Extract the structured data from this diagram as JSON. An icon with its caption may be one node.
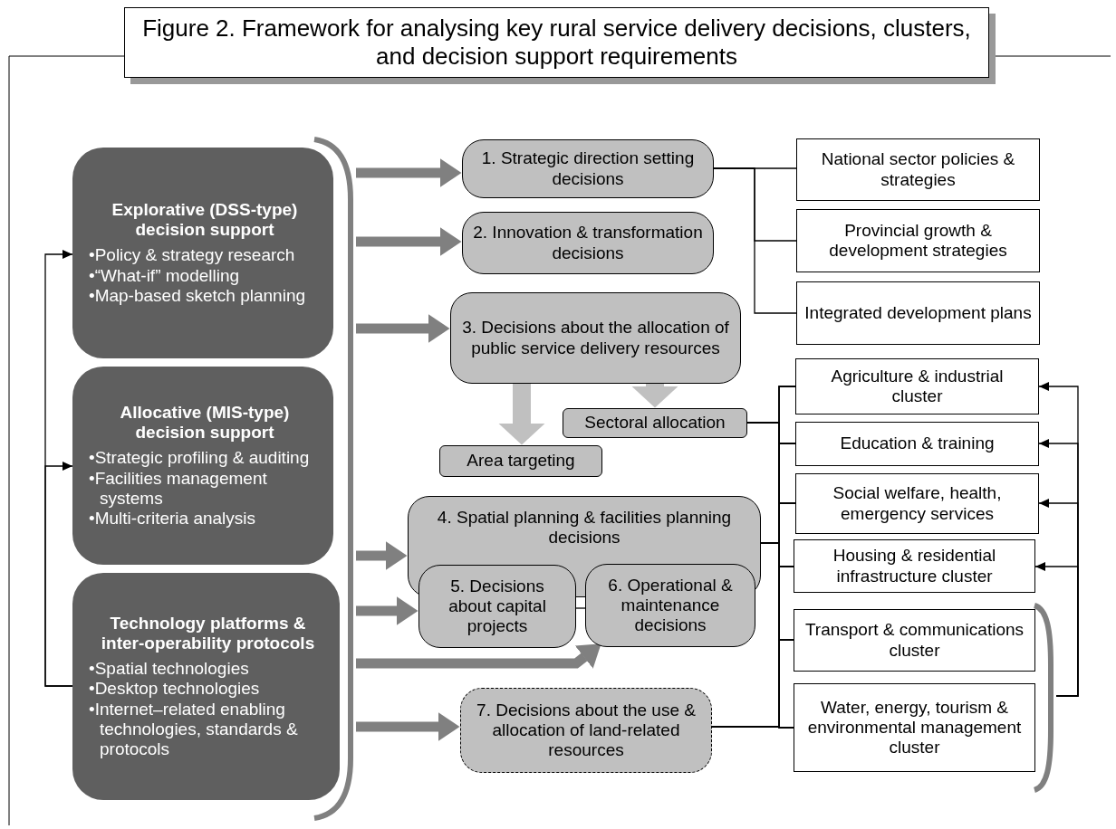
{
  "diagram": {
    "title": "Figure 2. Framework for analysing key rural service delivery decisions, clusters, and decision support requirements",
    "nodes": [
      {
        "text": [
          "Explorative (DSS-type) decision support",
          "•Policy & strategy research",
          "•“What-if” modelling",
          "•Map-based sketch planning"
        ]
      },
      {
        "text": [
          "Allocative (MIS-type) decision support",
          "•Strategic profiling & auditing",
          "•Facilities management systems",
          "•Multi-criteria analysis"
        ]
      },
      {
        "text": [
          "Technology platforms & inter-operability protocols",
          "•Spatial technologies",
          "•Desktop technologies",
          "•Internet–related enabling technologies, standards & protocols"
        ]
      },
      {
        "text": [],
        "shape": "bracket"
      },
      {
        "text": [
          "1. Strategic direction setting decisions"
        ]
      },
      {
        "text": [
          "2. Innovation & transformation decisions"
        ]
      },
      {
        "text": [
          "3. Decisions about the allocation of public service delivery resources"
        ]
      },
      {
        "text": [
          "Sectoral allocation"
        ]
      },
      {
        "text": [
          "Area targeting"
        ]
      },
      {
        "text": [
          "4. Spatial planning & facilities planning decisions"
        ]
      },
      {
        "text": [
          "5. Decisions about capital projects"
        ]
      },
      {
        "text": [
          "6. Operational & maintenance decisions"
        ]
      },
      {
        "text": [
          "7. Decisions about the use & allocation of land-related resources"
        ]
      },
      {
        "text": [
          "National sector policies & strategies"
        ]
      },
      {
        "text": [
          "Provincial growth & development strategies"
        ]
      },
      {
        "text": [
          "Integrated development plans"
        ]
      },
      {
        "text": [
          "Agriculture & industrial cluster"
        ]
      },
      {
        "text": [
          "Education & training"
        ]
      },
      {
        "text": [
          "Social welfare, health, emergency services"
        ]
      },
      {
        "text": [
          "Housing & residential infrastructure cluster"
        ]
      },
      {
        "text": [
          "Transport & communications cluster"
        ]
      },
      {
        "text": [
          "Water, energy, tourism & environmental management cluster"
        ]
      },
      {
        "text": [],
        "shape": "bracket"
      }
    ],
    "edges": [
      {
        "from": 2,
        "to": 0,
        "arrow": "to"
      },
      {
        "from": 2,
        "to": 1,
        "arrow": "to"
      },
      {
        "from": 3,
        "to": 4,
        "arrow": "to",
        "style": "thick",
        "color": "#808080"
      },
      {
        "from": 3,
        "to": 5,
        "arrow": "to",
        "style": "thick",
        "color": "#808080"
      },
      {
        "from": 3,
        "to": 6,
        "arrow": "to",
        "style": "thick",
        "color": "#808080"
      },
      {
        "from": 3,
        "to": 9,
        "arrow": "to",
        "style": "thick",
        "color": "#808080"
      },
      {
        "from": 3,
        "to": 10,
        "arrow": "to",
        "style": "thick",
        "color": "#808080"
      },
      {
        "from": 3,
        "to": 11,
        "arrow": "to",
        "style": "thick",
        "color": "#808080"
      },
      {
        "from": 3,
        "to": 12,
        "arrow": "to",
        "style": "thick",
        "color": "#808080"
      },
      {
        "from": 6,
        "to": 8,
        "arrow": "to",
        "style": "thick",
        "color": "#c0c0c0"
      },
      {
        "from": 6,
        "to": 7,
        "arrow": "to",
        "style": "thick",
        "color": "#c0c0c0"
      },
      {
        "from": 4,
        "to": 13,
        "arrow": "none"
      },
      {
        "from": 4,
        "to": 14,
        "arrow": "none"
      },
      {
        "from": 4,
        "to": 15,
        "arrow": "none"
      },
      {
        "from": 10,
        "to": 11,
        "arrow": "none"
      },
      {
        "from": 7,
        "to": 16,
        "arrow": "none"
      },
      {
        "from": 7,
        "to": 17,
        "arrow": "none"
      },
      {
        "from": 7,
        "to": 18,
        "arrow": "none"
      },
      {
        "from": 7,
        "to": 19,
        "arrow": "none"
      },
      {
        "from": 7,
        "to": 20,
        "arrow": "none"
      },
      {
        "from": 7,
        "to": 21,
        "arrow": "none"
      },
      {
        "from": 9,
        "to": 16,
        "arrow": "none"
      },
      {
        "from": 9,
        "to": 17,
        "arrow": "none"
      },
      {
        "from": 9,
        "to": 18,
        "arrow": "none"
      },
      {
        "from": 9,
        "to": 19,
        "arrow": "none"
      },
      {
        "from": 9,
        "to": 20,
        "arrow": "none"
      },
      {
        "from": 9,
        "to": 21,
        "arrow": "none"
      },
      {
        "from": 12,
        "to": 16,
        "arrow": "none"
      },
      {
        "from": 12,
        "to": 17,
        "arrow": "none"
      },
      {
        "from": 12,
        "to": 18,
        "arrow": "none"
      },
      {
        "from": 12,
        "to": 19,
        "arrow": "none"
      },
      {
        "from": 12,
        "to": 20,
        "arrow": "none"
      },
      {
        "from": 12,
        "to": 21,
        "arrow": "none"
      },
      {
        "from": 22,
        "to": 16,
        "arrow": "to"
      },
      {
        "from": 22,
        "to": 17,
        "arrow": "to"
      },
      {
        "from": 22,
        "to": 18,
        "arrow": "to"
      },
      {
        "from": 22,
        "to": 19,
        "arrow": "to"
      }
    ]
  }
}
